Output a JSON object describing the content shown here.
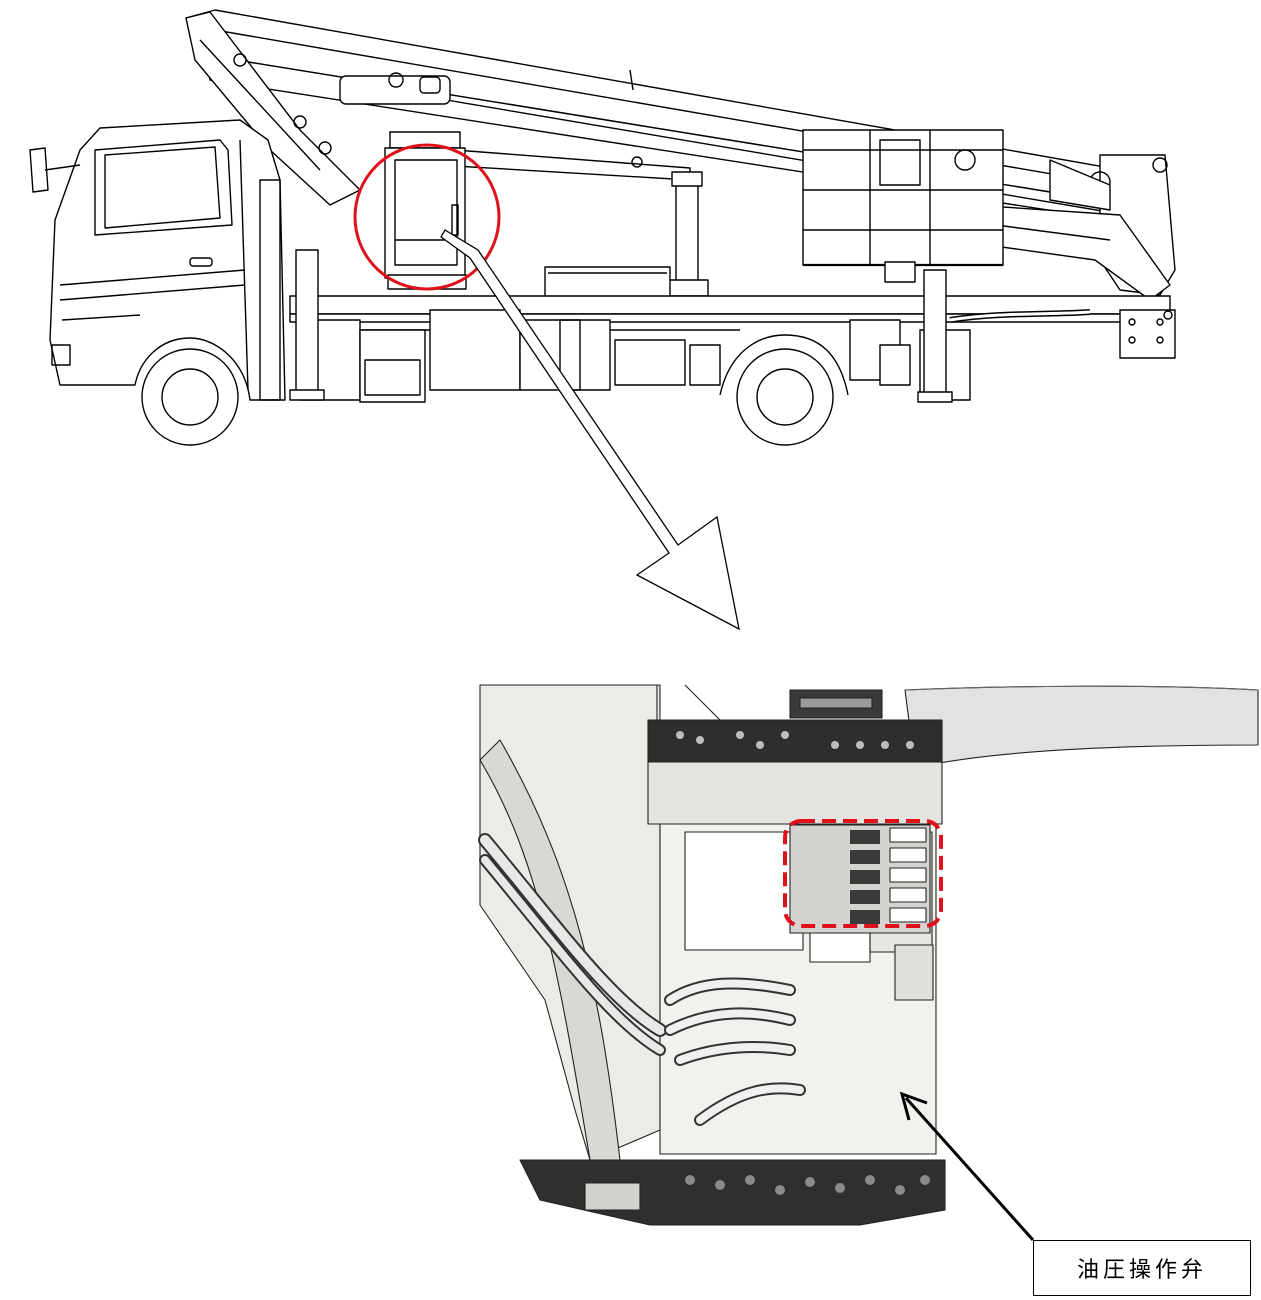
{
  "callout": {
    "label": "油圧操作弁"
  },
  "colors": {
    "highlight": "#e0101a",
    "line": "#000000",
    "panel_fill": "#f4f4f2",
    "body_fill": "#e9e9e6",
    "dark_part": "#2e2e2e"
  },
  "icons": {
    "vehicle": "aerial-work-platform-truck-drawing",
    "detail": "hydraulic-control-valve-detail-drawing"
  }
}
